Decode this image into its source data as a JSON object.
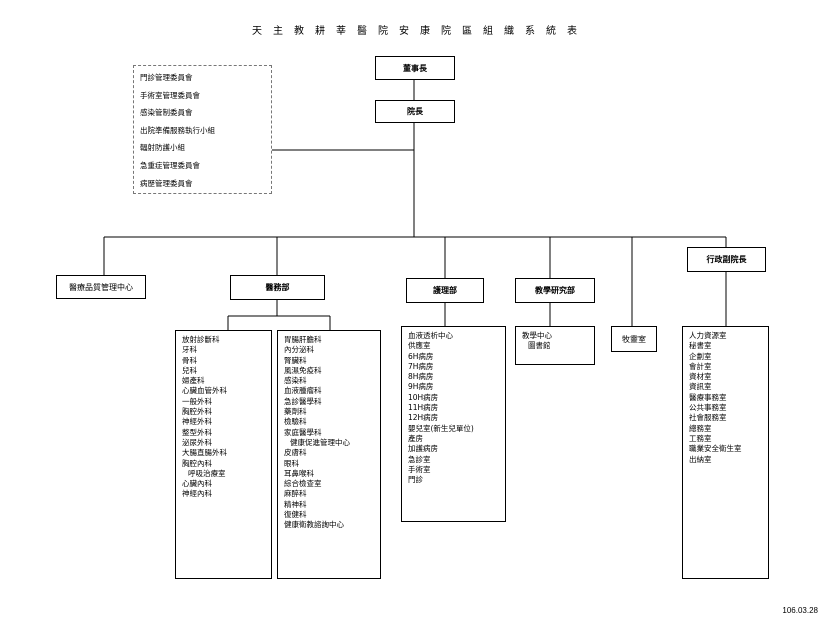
{
  "title": "天主教耕莘醫院安康院區組織系統表",
  "board": "董事長",
  "president": "院長",
  "committees": [
    "門診管理委員會",
    "手術室管理委員會",
    "感染管制委員會",
    "出院準備服務執行小組",
    "輻射防護小組",
    "急重症管理委員會",
    "病歷管理委員會"
  ],
  "quality_center": "醫療品質管理中心",
  "medical_dept": {
    "name": "醫務部",
    "col1": [
      "放射診斷科",
      "牙科",
      "骨科",
      "兒科",
      "婦產科",
      "心臟血管外科",
      "一般外科",
      "胸腔外科",
      "神經外科",
      "整型外科",
      "泌尿外科",
      "大腸直腸外科",
      "胸腔內科",
      "呼吸治療室",
      "心臟內科",
      "神經內科"
    ],
    "col2": [
      "胃腸肝膽科",
      "內分泌科",
      "腎臟科",
      "風濕免疫科",
      "感染科",
      "血液腫瘤科",
      "急診醫學科",
      "藥劑科",
      "檢驗科",
      "家庭醫學科",
      "健康促進管理中心",
      "皮膚科",
      "眼科",
      "耳鼻喉科",
      "綜合檢查室",
      "麻醉科",
      "精神科",
      "復健科",
      "健康衛教諮詢中心"
    ]
  },
  "nursing_dept": {
    "name": "護理部",
    "items": [
      "血液透析中心",
      "供應室",
      "6H病房",
      "7H病房",
      "8H病房",
      "9H病房",
      "10H病房",
      "11H病房",
      "12H病房",
      "嬰兒室(新生兒單位)",
      "產房",
      "加護病房",
      "急診室",
      "手術室",
      "門診"
    ]
  },
  "teaching_dept": {
    "name": "教學研究部",
    "items": [
      "教學中心",
      "圖書館"
    ]
  },
  "pastoral": "牧靈室",
  "admin_vp": {
    "name": "行政副院長",
    "items": [
      "人力資源室",
      "秘書室",
      "企劃室",
      "會計室",
      "資材室",
      "資訊室",
      "醫療事務室",
      "公共事務室",
      "社會服務室",
      "總務室",
      "工務室",
      "職業安全衛生室",
      "出納室"
    ]
  },
  "date": "106.03.28"
}
